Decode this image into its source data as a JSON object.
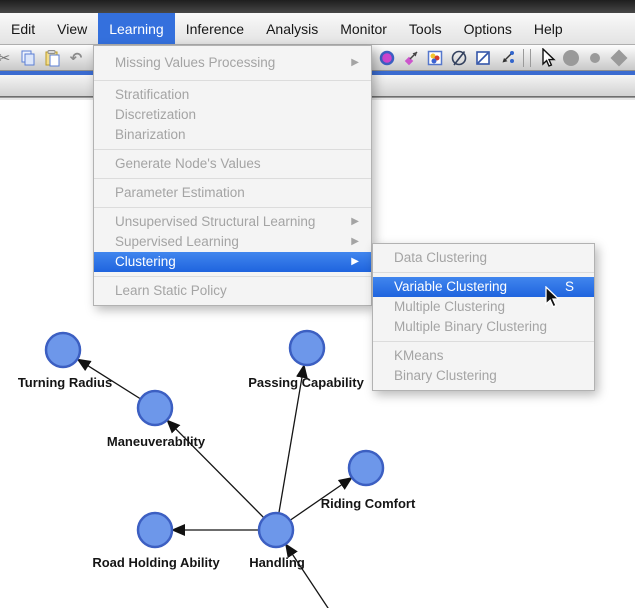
{
  "menubar": {
    "items": [
      {
        "label": "Edit"
      },
      {
        "label": "View"
      },
      {
        "label": "Learning",
        "active": true
      },
      {
        "label": "Inference"
      },
      {
        "label": "Analysis"
      },
      {
        "label": "Monitor"
      },
      {
        "label": "Tools"
      },
      {
        "label": "Options"
      },
      {
        "label": "Help"
      }
    ]
  },
  "toolbar": {
    "left_icons": [
      "cut-icon",
      "copy-icon",
      "paste-icon",
      "undo-icon",
      "redo-icon"
    ],
    "right_icons": [
      "magenta-node-icon",
      "arc-dart-icon",
      "color-palette-icon",
      "slashed-circle-icon",
      "slashed-square-icon",
      "arc-endpoints-icon",
      "pointer-tool-icon",
      "circle-shape-icon",
      "small-circle-shape-icon",
      "diamond-shape-icon",
      "square-shape-icon"
    ]
  },
  "learning_menu": {
    "items": [
      {
        "label": "Missing Values Processing",
        "disabled": true,
        "has_submenu": true
      },
      {
        "label": "Stratification",
        "disabled": true
      },
      {
        "label": "Discretization",
        "disabled": true
      },
      {
        "label": "Binarization",
        "disabled": true
      },
      {
        "label": "Generate Node's Values",
        "disabled": true
      },
      {
        "label": "Parameter Estimation",
        "disabled": true
      },
      {
        "label": "Unsupervised Structural Learning",
        "disabled": true,
        "has_submenu": true
      },
      {
        "label": "Supervised Learning",
        "disabled": true,
        "has_submenu": true
      },
      {
        "label": "Clustering",
        "highlighted": true,
        "has_submenu": true
      },
      {
        "label": "Learn Static Policy",
        "disabled": true
      }
    ]
  },
  "clustering_submenu": {
    "items": [
      {
        "label": "Data Clustering",
        "disabled": true
      },
      {
        "label": "Variable Clustering",
        "highlighted": true,
        "shortcut": "S"
      },
      {
        "label": "Multiple Clustering",
        "disabled": true
      },
      {
        "label": "Multiple Binary Clustering",
        "disabled": true
      },
      {
        "label": "KMeans",
        "disabled": true
      },
      {
        "label": "Binary Clustering",
        "disabled": true
      }
    ]
  },
  "graph": {
    "node_fill": "#6d97ea",
    "node_border": "#3c5fc2",
    "nodes": [
      {
        "id": "turning-radius",
        "label": "Turning Radius"
      },
      {
        "id": "maneuverability",
        "label": "Maneuverability"
      },
      {
        "id": "passing-capability",
        "label": "Passing Capability"
      },
      {
        "id": "riding-comfort",
        "label": "Riding Comfort"
      },
      {
        "id": "road-holding-ability",
        "label": "Road Holding Ability"
      },
      {
        "id": "handling",
        "label": "Handling"
      }
    ],
    "edges": [
      {
        "from": "maneuverability",
        "to": "turning-radius"
      },
      {
        "from": "handling",
        "to": "maneuverability"
      },
      {
        "from": "handling",
        "to": "passing-capability"
      },
      {
        "from": "handling",
        "to": "riding-comfort"
      },
      {
        "from": "handling",
        "to": "road-holding-ability"
      },
      {
        "from": "offscreen-bottom",
        "to": "handling"
      }
    ]
  }
}
